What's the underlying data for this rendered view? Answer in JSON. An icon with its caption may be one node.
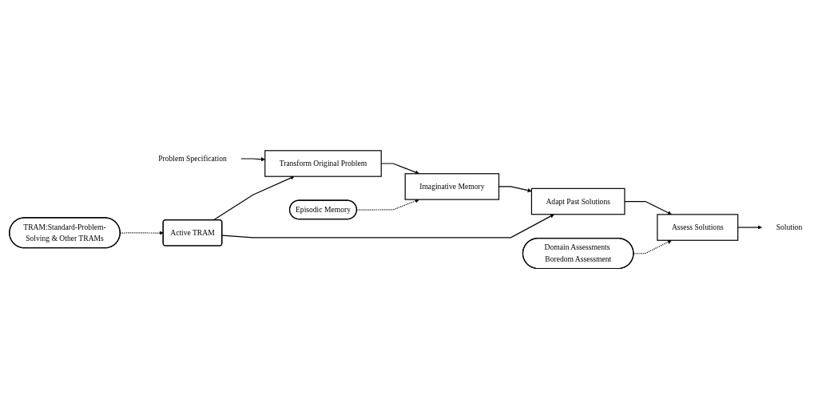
{
  "diagram": {
    "nodes": [
      {
        "text": [
          "Problem Specification"
        ]
      },
      {
        "text": [
          "Transform Original Problem"
        ]
      },
      {
        "text": [
          "Imaginative Memory"
        ]
      },
      {
        "text": [
          "Adapt Past Solutions"
        ]
      },
      {
        "text": [
          "Assess Solutions"
        ]
      },
      {
        "text": [
          "Solution"
        ]
      },
      {
        "text": [
          "Episodic Memory"
        ]
      },
      {
        "text": [
          "Domain Assessments Boredom Assessment"
        ]
      },
      {
        "text": [
          "Active TRAM"
        ]
      },
      {
        "text": [
          "TRAM:Standard-Problem-Solving & Other TRAMs"
        ]
      }
    ],
    "edges": [
      {
        "from": 0,
        "to": 1,
        "arrow": "to"
      },
      {
        "from": 1,
        "to": 2,
        "arrow": "to"
      },
      {
        "from": 2,
        "to": 3,
        "arrow": "to"
      },
      {
        "from": 3,
        "to": 4,
        "arrow": "to"
      },
      {
        "from": 4,
        "to": 5,
        "arrow": "to"
      },
      {
        "from": 6,
        "to": 2,
        "arrow": "to",
        "style": "dashed"
      },
      {
        "from": 7,
        "to": 4,
        "arrow": "to",
        "style": "dashed"
      },
      {
        "from": 8,
        "to": 1,
        "arrow": "to"
      },
      {
        "from": 8,
        "to": 3,
        "arrow": "to"
      },
      {
        "from": 9,
        "to": 8,
        "arrow": "to",
        "style": "dashed"
      }
    ]
  }
}
